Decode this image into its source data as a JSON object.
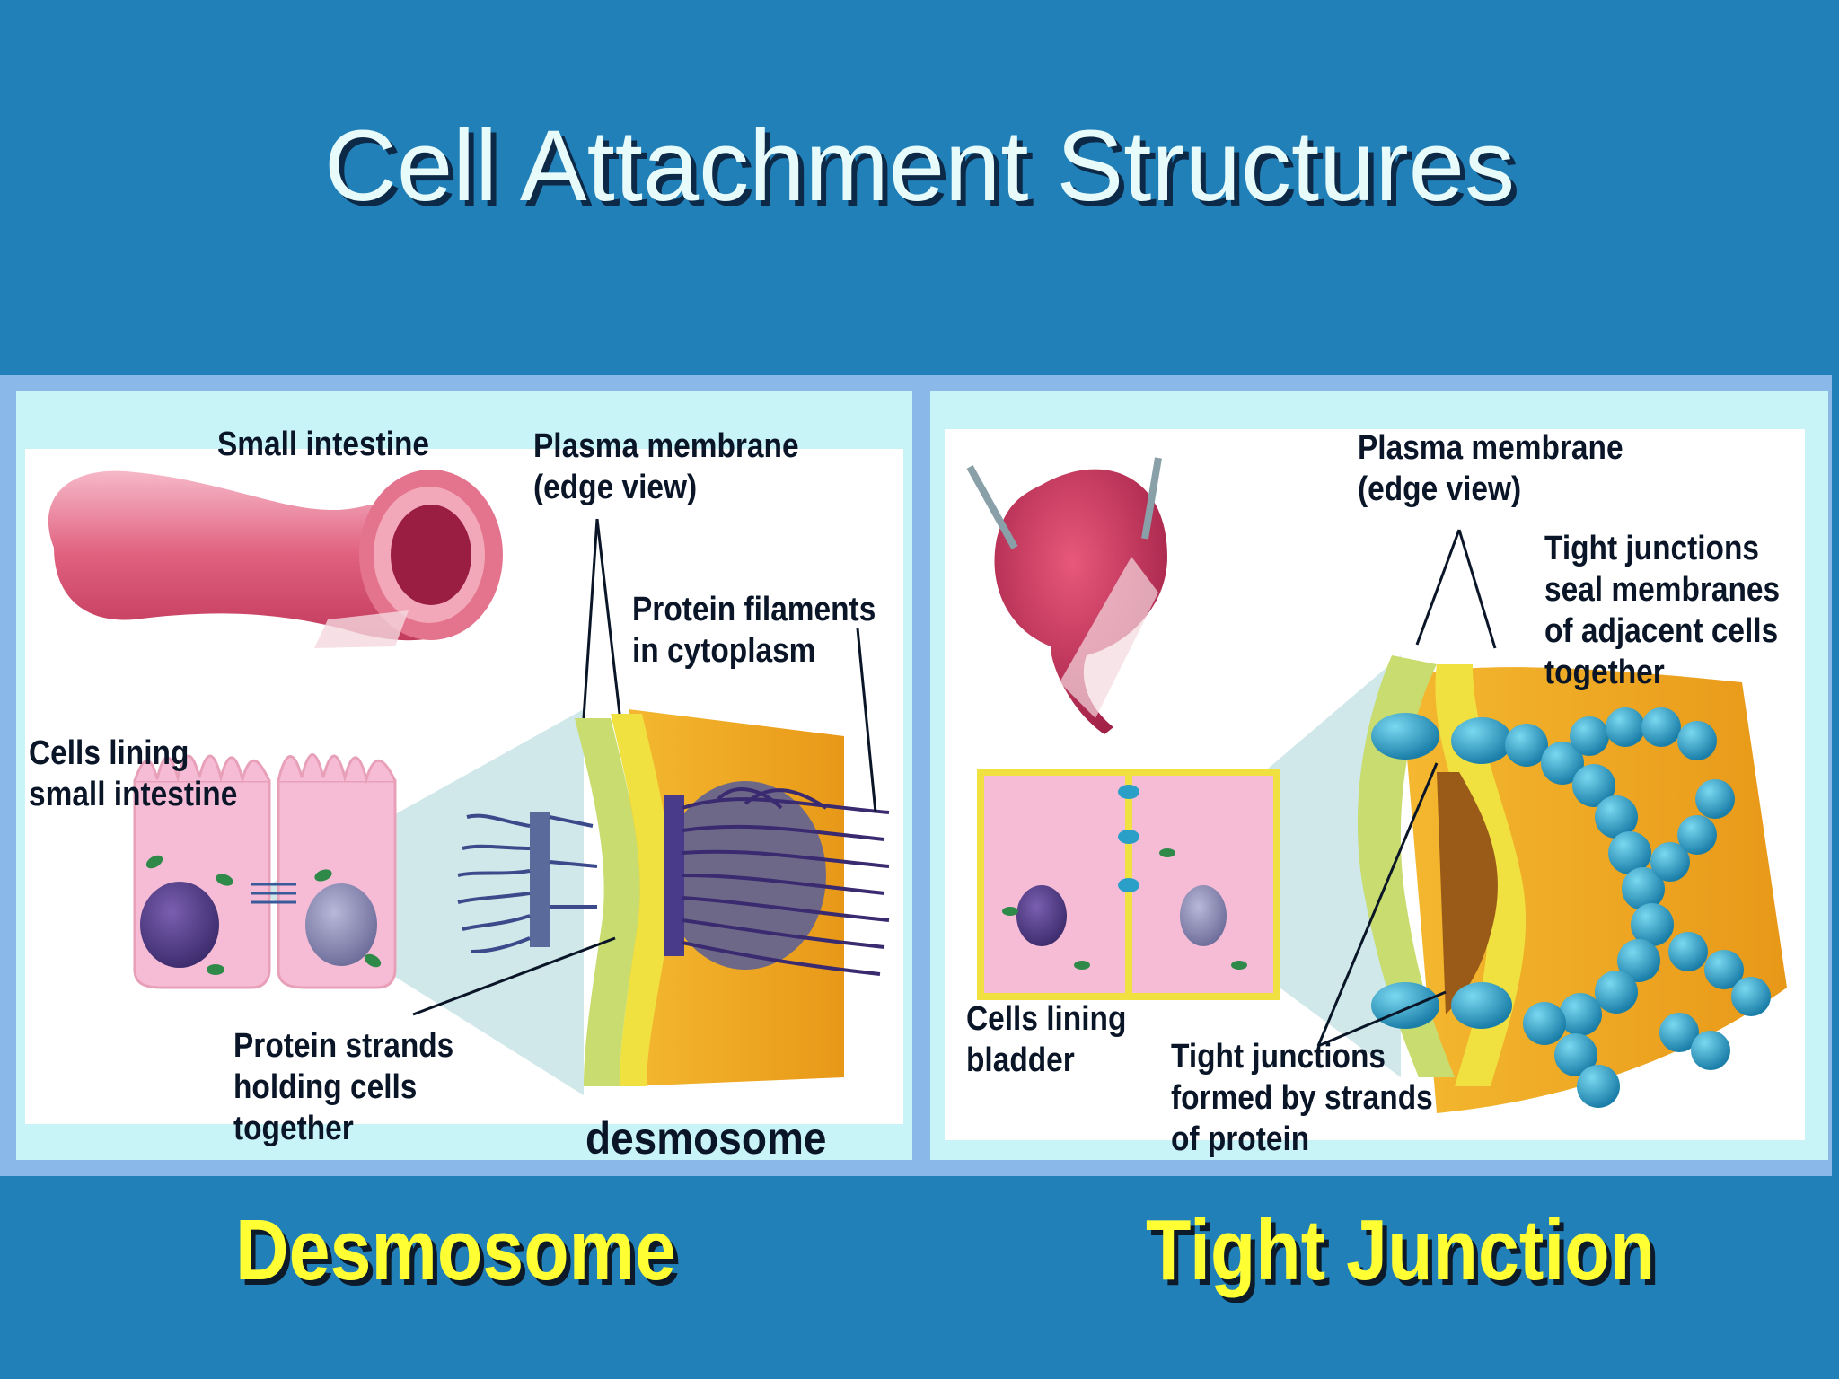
{
  "title": "Cell Attachment Structures",
  "desmosome_panel": {
    "small_intestine": "Small intestine",
    "plasma_membrane": [
      "Plasma membrane",
      "(edge view)"
    ],
    "protein_filaments": [
      "Protein filaments",
      "in cytoplasm"
    ],
    "cells_lining": [
      "Cells lining",
      "small intestine"
    ],
    "protein_strands": [
      "Protein strands",
      "holding cells",
      "together"
    ],
    "desmosome_label": "desmosome"
  },
  "tight_panel": {
    "plasma_membrane": [
      "Plasma membrane",
      "(edge view)"
    ],
    "tight_junctions_seal": [
      "Tight junctions",
      "seal membranes",
      "of adjacent cells",
      "together"
    ],
    "cells_lining": [
      "Cells lining",
      "bladder"
    ],
    "tight_junctions_formed": [
      "Tight junctions",
      "formed by strands",
      "of protein"
    ]
  },
  "captions": {
    "left": "Desmosome",
    "right": "Tight Junction"
  },
  "colors": {
    "background": "#2280b8",
    "caption": "#ffff33",
    "panel": "#c8f4f8",
    "cell_pink": "#f6bcd6",
    "membrane_yellow": "#f0e040",
    "tissue_orange": "#f0a820",
    "bead_blue": "#2aa0c8"
  }
}
